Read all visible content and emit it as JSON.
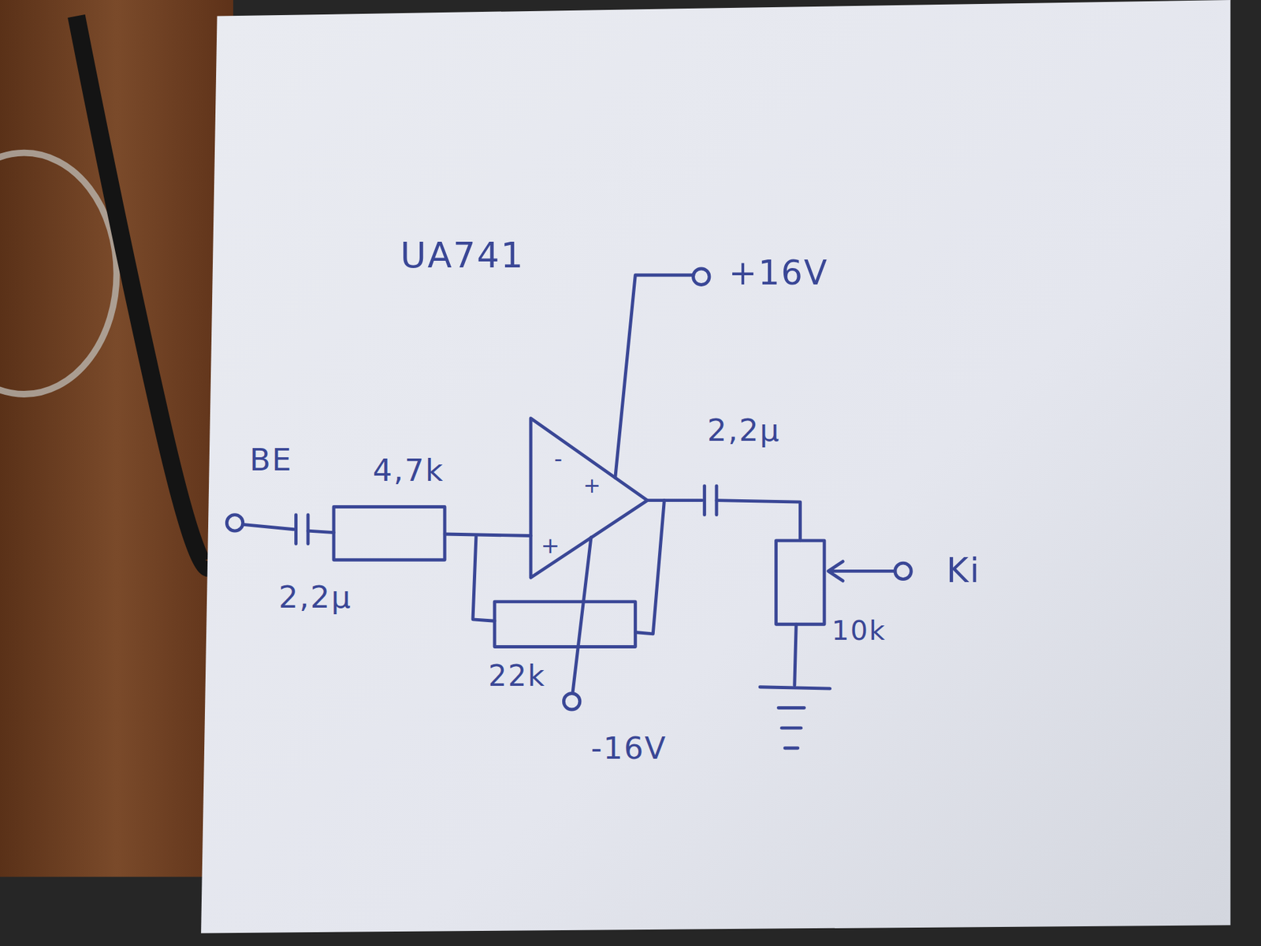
{
  "diagram": {
    "labels": [
      "UA741",
      "+16V",
      "BE",
      "4,7k",
      "2,2μ",
      "-",
      "+",
      "+",
      "2,2μ",
      "22k",
      "10k",
      "Ki",
      "-16V"
    ]
  }
}
